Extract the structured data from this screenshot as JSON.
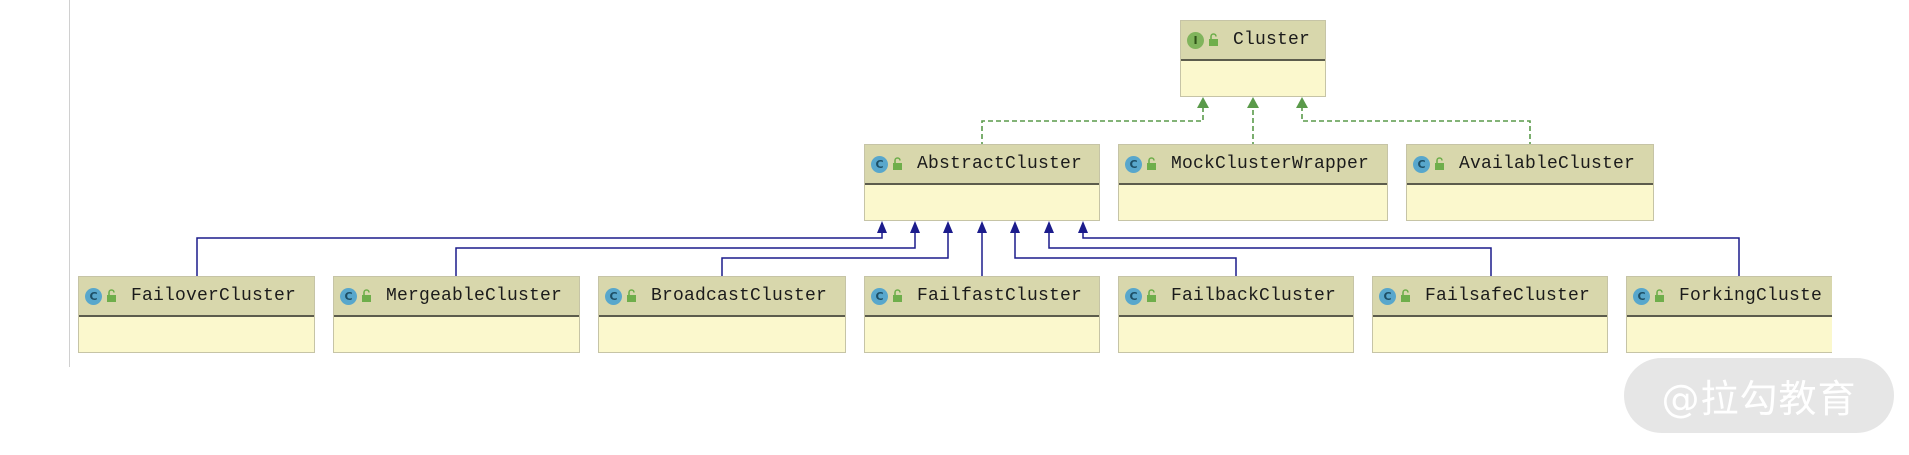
{
  "diagram": {
    "nodes": [
      {
        "id": "cluster",
        "label": "Cluster",
        "kind": "interface",
        "badge": "I"
      },
      {
        "id": "abstract",
        "label": "AbstractCluster",
        "kind": "class",
        "badge": "C"
      },
      {
        "id": "mock",
        "label": "MockClusterWrapper",
        "kind": "class",
        "badge": "C"
      },
      {
        "id": "available",
        "label": "AvailableCluster",
        "kind": "class",
        "badge": "C"
      },
      {
        "id": "failover",
        "label": "FailoverCluster",
        "kind": "class",
        "badge": "C"
      },
      {
        "id": "mergeable",
        "label": "MergeableCluster",
        "kind": "class",
        "badge": "C"
      },
      {
        "id": "broadcast",
        "label": "BroadcastCluster",
        "kind": "class",
        "badge": "C"
      },
      {
        "id": "failfast",
        "label": "FailfastCluster",
        "kind": "class",
        "badge": "C"
      },
      {
        "id": "failback",
        "label": "FailbackCluster",
        "kind": "class",
        "badge": "C"
      },
      {
        "id": "failsafe",
        "label": "FailsafeCluster",
        "kind": "class",
        "badge": "C"
      },
      {
        "id": "forking",
        "label": "ForkingCluste",
        "kind": "class",
        "badge": "C"
      }
    ],
    "edges": [
      {
        "from": "abstract",
        "to": "cluster",
        "type": "implements"
      },
      {
        "from": "mock",
        "to": "cluster",
        "type": "implements"
      },
      {
        "from": "available",
        "to": "cluster",
        "type": "implements"
      },
      {
        "from": "failover",
        "to": "abstract",
        "type": "extends"
      },
      {
        "from": "mergeable",
        "to": "abstract",
        "type": "extends"
      },
      {
        "from": "broadcast",
        "to": "abstract",
        "type": "extends"
      },
      {
        "from": "failfast",
        "to": "abstract",
        "type": "extends"
      },
      {
        "from": "failback",
        "to": "abstract",
        "type": "extends"
      },
      {
        "from": "failsafe",
        "to": "abstract",
        "type": "extends"
      },
      {
        "from": "forking",
        "to": "abstract",
        "type": "extends"
      }
    ],
    "colors": {
      "implements": "#5a9a4a",
      "extends": "#1c1c8c",
      "header": "#d8d7ac",
      "body": "#fbf8cd",
      "class_badge": "#58a7cc",
      "interface_badge": "#80b45c"
    }
  },
  "watermark": {
    "text": "@拉勾教育"
  }
}
